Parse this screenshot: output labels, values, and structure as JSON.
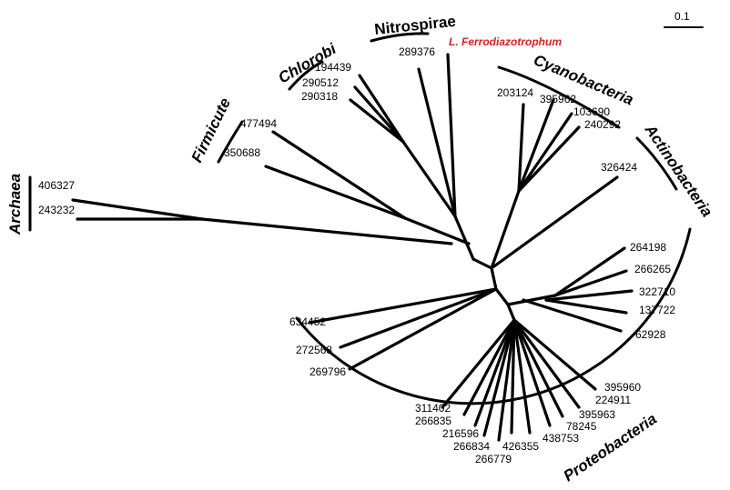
{
  "scale_label": "0.1",
  "groups": {
    "archaea": "Archaea",
    "firmicute": "Firmicute",
    "chlorobi": "Chlorobi",
    "nitrospirae": "Nitrospirae",
    "cyanobacteria": "Cyanobacteria",
    "actinobacteria": "Actinobacteria",
    "proteobacteria": "Proteobacteria"
  },
  "highlight": "L. Ferrodiazotrophum",
  "leaves": {
    "l406327": "406327",
    "l243232": "243232",
    "l477494": "477494",
    "l350688": "350688",
    "l194439": "194439",
    "l290512": "290512",
    "l290318": "290318",
    "l289376": "289376",
    "l203124": "203124",
    "l395962": "395962",
    "l103690": "103690",
    "l240292": "240292",
    "l326424": "326424",
    "l264198": "264198",
    "l266265": "266265",
    "l322710": "322710",
    "l137722": "137722",
    "l62928": "62928",
    "l395960": "395960",
    "l224911": "224911",
    "l395963": "395963",
    "l78245": "78245",
    "l438753": "438753",
    "l426355": "426355",
    "l266834": "266834",
    "l266779": "266779",
    "l216596": "216596",
    "l266835": "266835",
    "l311402": "311402",
    "l269796": "269796",
    "l272568": "272568",
    "l634452": "634452"
  }
}
